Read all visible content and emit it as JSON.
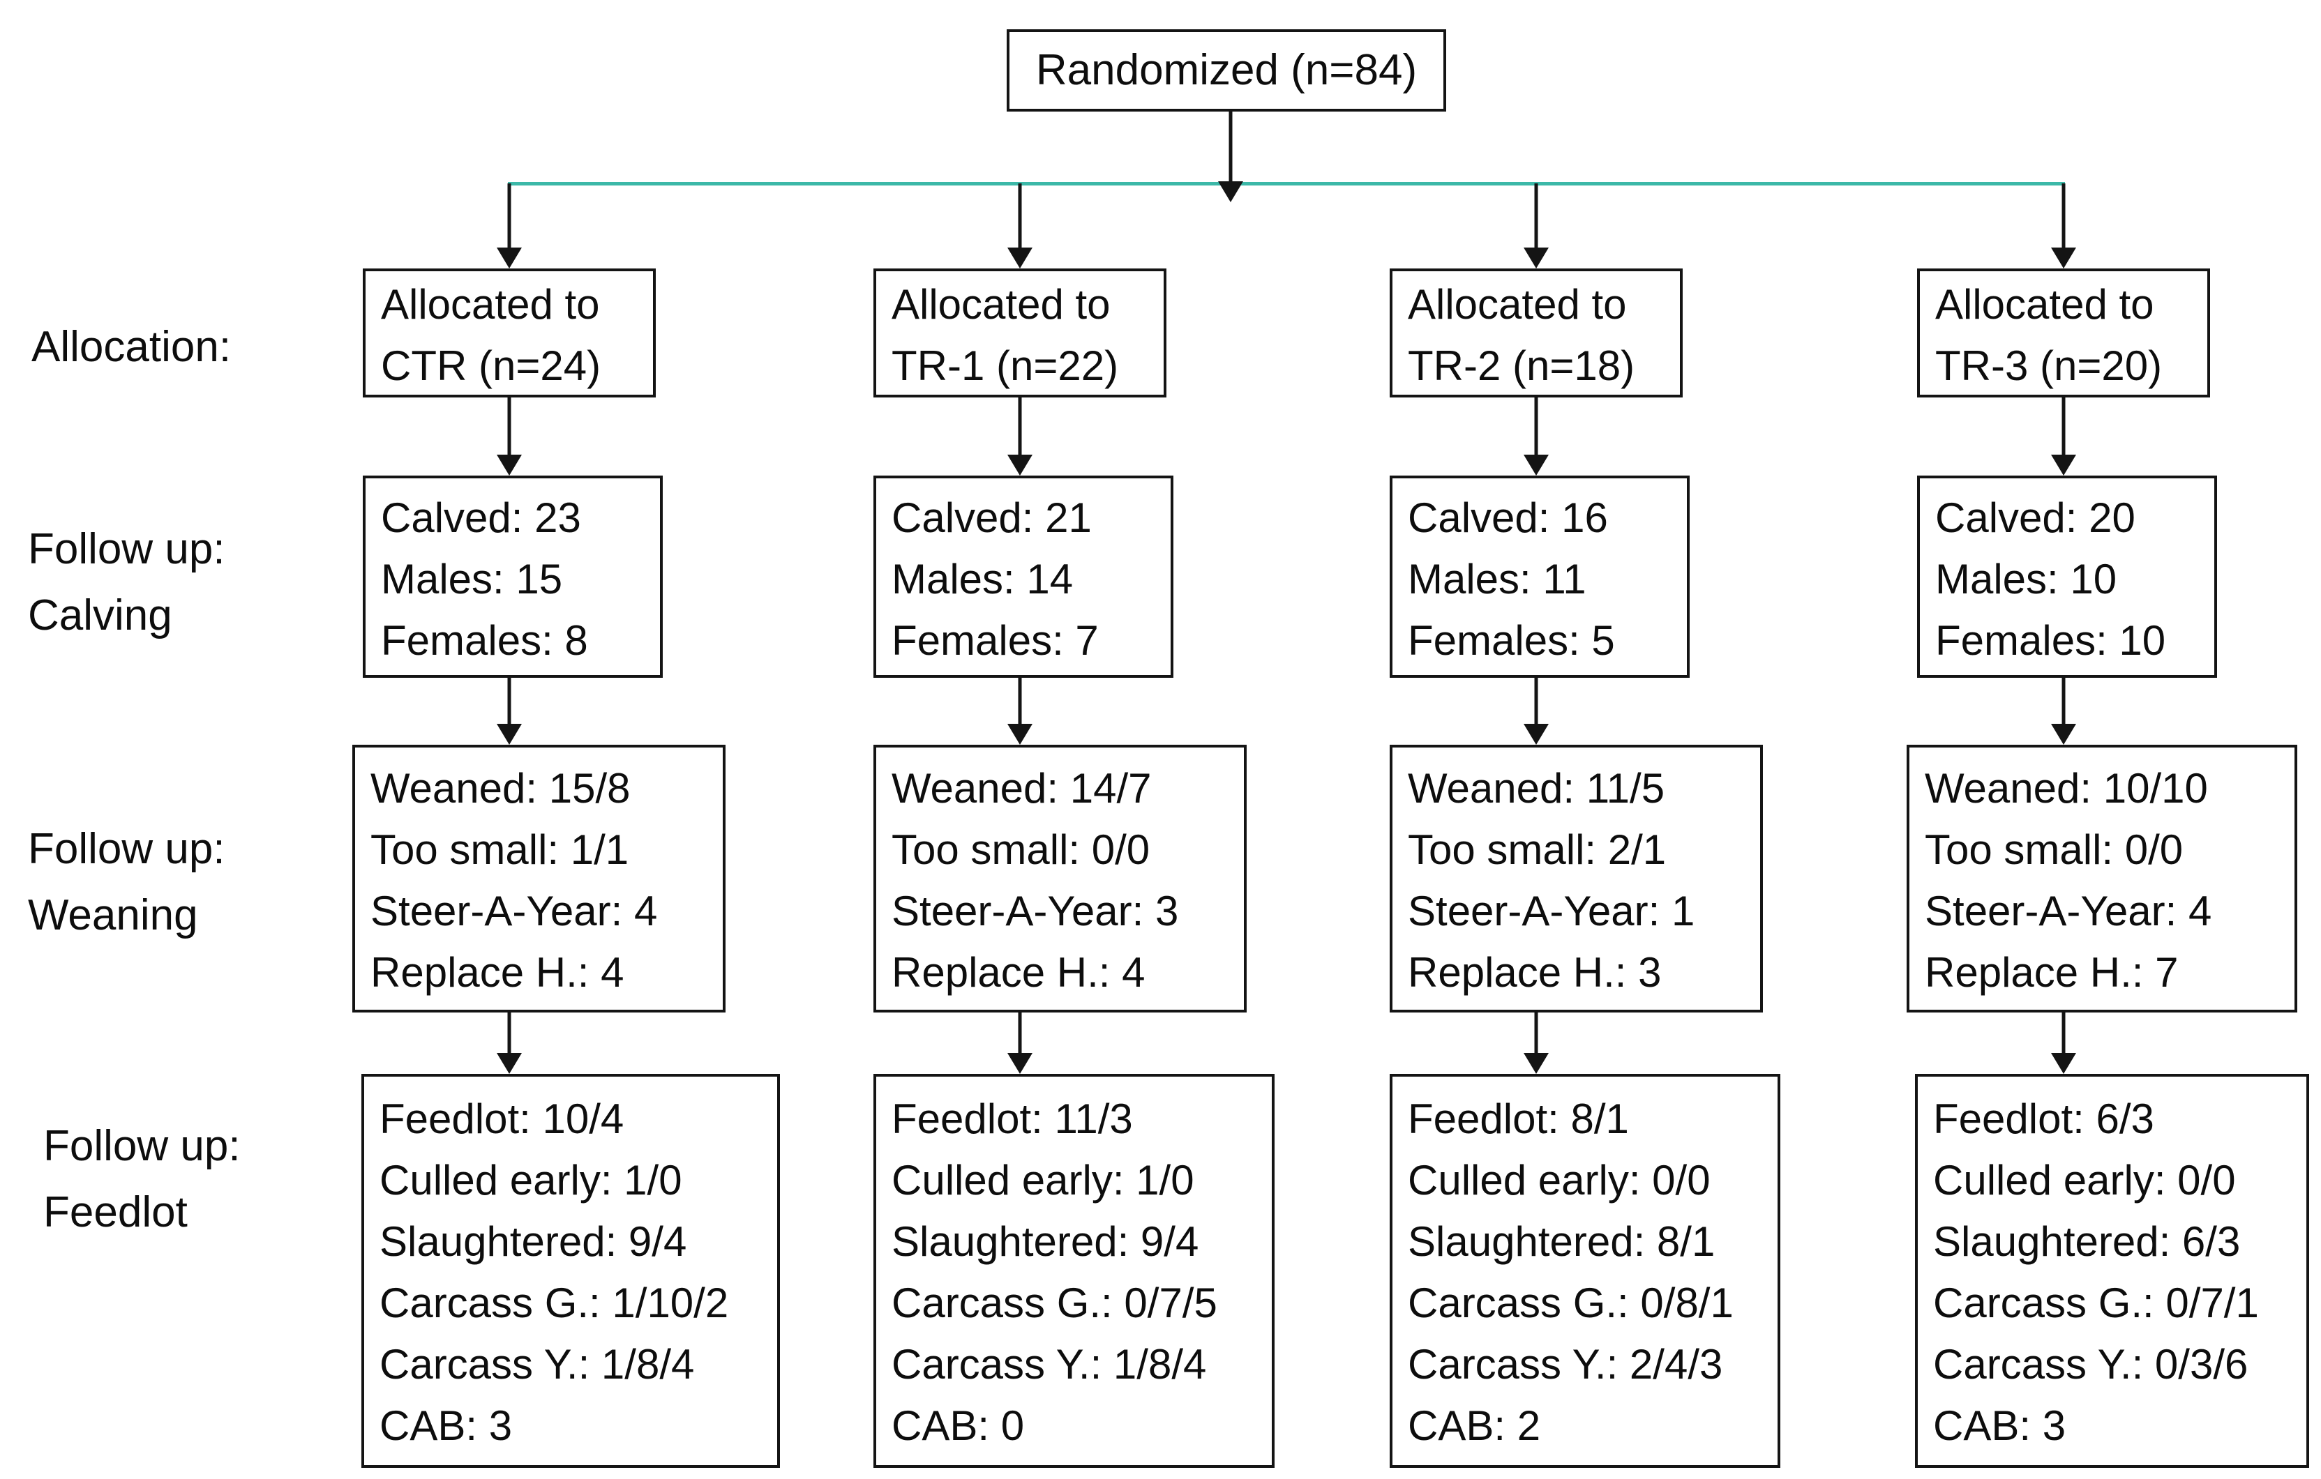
{
  "figure": {
    "type": "randomization-flow-diagram",
    "randomized_label": "Randomized (n=84)"
  },
  "row_labels": {
    "allocation": [
      "Allocation:"
    ],
    "calving": [
      "Follow up:",
      "Calving"
    ],
    "weaning": [
      "Follow up:",
      "Weaning"
    ],
    "feedlot": [
      "Follow up:",
      "Feedlot"
    ]
  },
  "columns": [
    {
      "group": "CTR",
      "allocation": [
        "Allocated to",
        "CTR (n=24)"
      ],
      "calving": [
        "Calved: 23",
        "Males: 15",
        "Females: 8"
      ],
      "weaning": [
        "Weaned: 15/8",
        "Too small: 1/1",
        "Steer-A-Year: 4",
        "Replace H.: 4"
      ],
      "feedlot": [
        "Feedlot: 10/4",
        "Culled early: 1/0",
        "Slaughtered: 9/4",
        "Carcass G.: 1/10/2",
        "Carcass Y.: 1/8/4",
        "CAB: 3"
      ]
    },
    {
      "group": "TR-1",
      "allocation": [
        "Allocated to",
        "TR-1 (n=22)"
      ],
      "calving": [
        "Calved: 21",
        "Males: 14",
        "Females: 7"
      ],
      "weaning": [
        "Weaned: 14/7",
        "Too small: 0/0",
        "Steer-A-Year: 3",
        "Replace H.: 4"
      ],
      "feedlot": [
        "Feedlot: 11/3",
        "Culled early: 1/0",
        "Slaughtered: 9/4",
        "Carcass G.: 0/7/5",
        "Carcass Y.: 1/8/4",
        "CAB: 0"
      ]
    },
    {
      "group": "TR-2",
      "allocation": [
        "Allocated to",
        "TR-2 (n=18)"
      ],
      "calving": [
        "Calved: 16",
        "Males: 11",
        "Females: 5"
      ],
      "weaning": [
        "Weaned: 11/5",
        "Too small: 2/1",
        "Steer-A-Year: 1",
        "Replace H.: 3"
      ],
      "feedlot": [
        "Feedlot: 8/1",
        "Culled early: 0/0",
        "Slaughtered: 8/1",
        "Carcass G.: 0/8/1",
        "Carcass Y.: 2/4/3",
        "CAB: 2"
      ]
    },
    {
      "group": "TR-3",
      "allocation": [
        "Allocated to",
        "TR-3 (n=20)"
      ],
      "calving": [
        "Calved: 20",
        "Males: 10",
        "Females: 10"
      ],
      "weaning": [
        "Weaned: 10/10",
        "Too small: 0/0",
        "Steer-A-Year: 4",
        "Replace H.: 7"
      ],
      "feedlot": [
        "Feedlot: 6/3",
        "Culled early: 0/0",
        "Slaughtered: 6/3",
        "Carcass G.: 0/7/1",
        "Carcass Y.: 0/3/6",
        "CAB: 3"
      ]
    }
  ],
  "colors": {
    "connector_line": "#3cb8a8",
    "box_border": "#141414",
    "text": "#0d0d0d",
    "background": "#ffffff"
  }
}
